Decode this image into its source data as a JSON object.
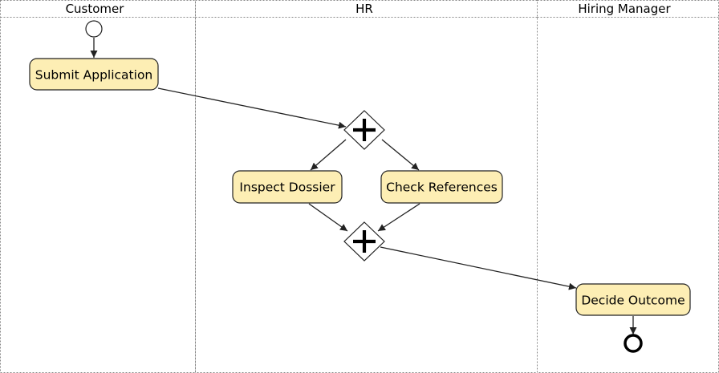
{
  "lanes": [
    {
      "id": "customer",
      "title": "Customer"
    },
    {
      "id": "hr",
      "title": "HR"
    },
    {
      "id": "hiring_manager",
      "title": "Hiring Manager"
    }
  ],
  "events": [
    {
      "id": "start",
      "type": "start",
      "lane": "customer"
    },
    {
      "id": "end",
      "type": "end",
      "lane": "hiring_manager"
    }
  ],
  "tasks": [
    {
      "id": "submit_application",
      "label": "Submit Application",
      "lane": "customer"
    },
    {
      "id": "inspect_dossier",
      "label": "Inspect Dossier",
      "lane": "hr"
    },
    {
      "id": "check_references",
      "label": "Check References",
      "lane": "hr"
    },
    {
      "id": "decide_outcome",
      "label": "Decide Outcome",
      "lane": "hiring_manager"
    }
  ],
  "gateways": [
    {
      "id": "split",
      "type": "parallel",
      "lane": "hr"
    },
    {
      "id": "join",
      "type": "parallel",
      "lane": "hr"
    }
  ],
  "flows": [
    {
      "from": "start",
      "to": "submit_application"
    },
    {
      "from": "submit_application",
      "to": "split"
    },
    {
      "from": "split",
      "to": "inspect_dossier"
    },
    {
      "from": "split",
      "to": "check_references"
    },
    {
      "from": "inspect_dossier",
      "to": "join"
    },
    {
      "from": "check_references",
      "to": "join"
    },
    {
      "from": "join",
      "to": "decide_outcome"
    },
    {
      "from": "decide_outcome",
      "to": "end"
    }
  ],
  "colors": {
    "task_fill": "#fdeeb4",
    "stroke": "#222222",
    "lane_border": "#888888"
  }
}
